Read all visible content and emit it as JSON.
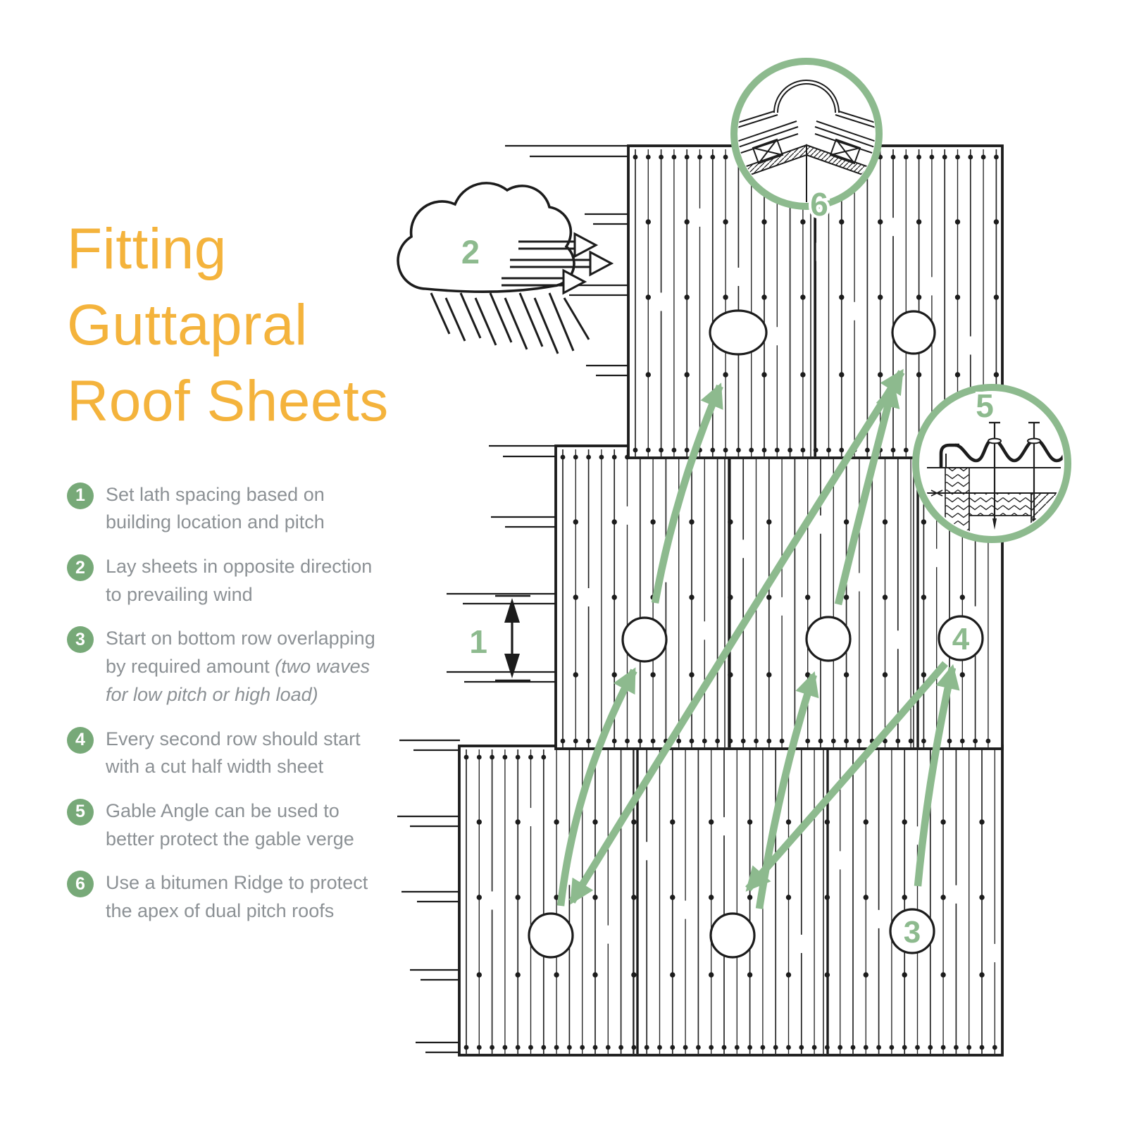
{
  "title": {
    "lines": [
      "Fitting",
      "Guttapral",
      "Roof Sheets"
    ]
  },
  "steps": [
    {
      "num": "1",
      "text": "Set lath spacing based on building location and pitch",
      "em": ""
    },
    {
      "num": "2",
      "text": "Lay sheets in opposite direction to prevailing wind",
      "em": ""
    },
    {
      "num": "3",
      "text": "Start on bottom row overlapping by required amount ",
      "em": "(two waves for low pitch or high load)"
    },
    {
      "num": "4",
      "text": "Every second row should start with a cut half width sheet",
      "em": ""
    },
    {
      "num": "5",
      "text": "Gable Angle can be used to better protect the gable verge",
      "em": ""
    },
    {
      "num": "6",
      "text": "Use a bitumen Ridge to protect the apex of dual pitch roofs",
      "em": ""
    }
  ],
  "diagram_labels": {
    "lath_spacing": "1",
    "wind_direction": "2",
    "first_sheet": "3",
    "half_width_sheet": "4",
    "gable_angle_detail": "5",
    "bitumen_ridge_detail": "6"
  },
  "colors": {
    "title_amber": "#F4B33C",
    "step_text_gray": "#8C9195",
    "bullet_green": "#77A978",
    "sage_green": "#8DBA8E",
    "ink": "#1C1C1C"
  }
}
